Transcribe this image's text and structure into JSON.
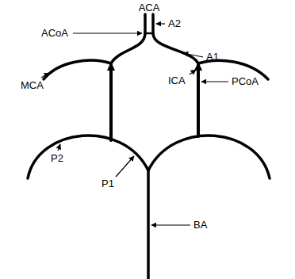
{
  "diagram": {
    "labels": [
      "ACA",
      "A2",
      "ACoA",
      "A1",
      "MCA",
      "ICA",
      "PCoA",
      "P2",
      "P1",
      "BA"
    ]
  }
}
